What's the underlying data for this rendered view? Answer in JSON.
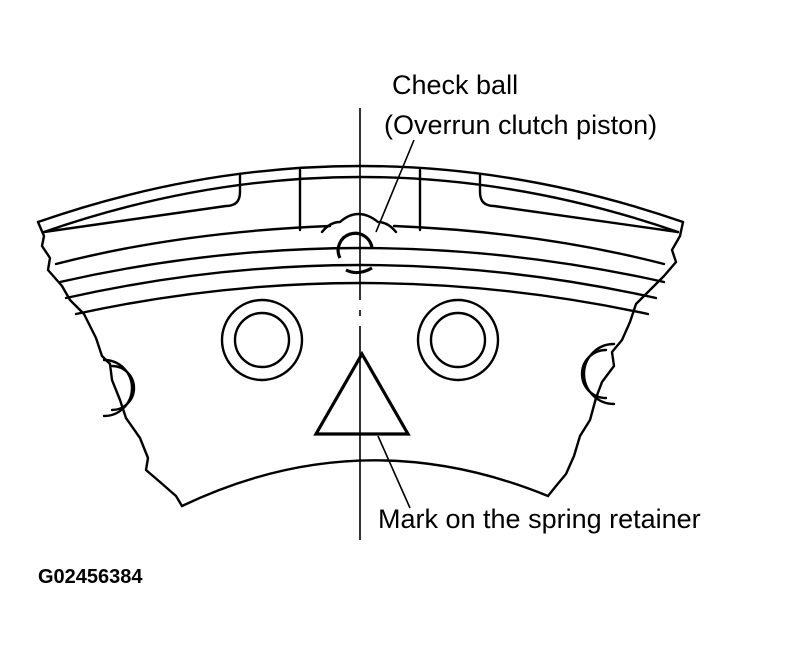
{
  "labels": {
    "check_ball_line1": "Check ball",
    "check_ball_line2": "(Overrun clutch piston)",
    "mark": "Mark on the spring retainer",
    "figure_code": "G02456384"
  },
  "colors": {
    "ink": "#000000",
    "background": "#ffffff"
  }
}
